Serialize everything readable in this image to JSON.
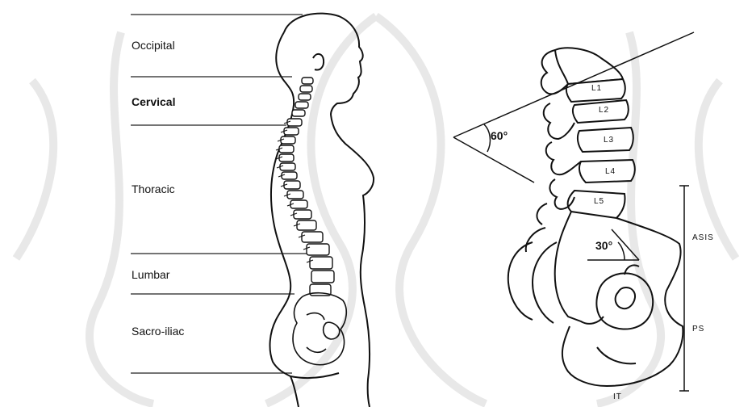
{
  "regions": {
    "occipital": "Occipital",
    "cervical": "Cervical",
    "thoracic": "Thoracic",
    "lumbar": "Lumbar",
    "sacroiliac": "Sacro-iliac"
  },
  "vertebrae": [
    "L1",
    "L2",
    "L3",
    "L4",
    "L5"
  ],
  "angles": {
    "lumbar_angle": "60°",
    "pelvic_angle": "30°"
  },
  "landmarks": {
    "asis": "ASIS",
    "ps": "PS",
    "it": "IT"
  },
  "colors": {
    "line": "#111111",
    "watermark": "#e6e6e6"
  }
}
